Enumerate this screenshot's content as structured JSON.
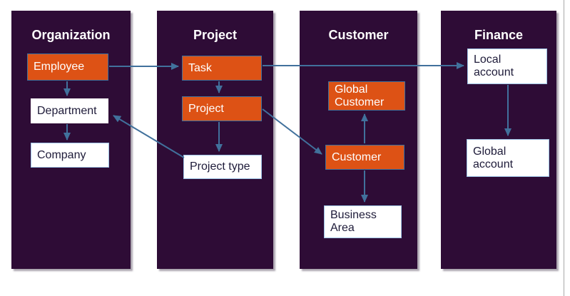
{
  "colors": {
    "panel_background": "#2E0C36",
    "node_orange": "#DD5215",
    "node_border_steel": "#41719C",
    "node_border_light": "#9DC3E6",
    "arrow": "#41719C",
    "node_dark_text": "#1E1B39",
    "heading_text": "#FFFFFF",
    "right_edge_line": "#A8A8A8"
  },
  "columns": [
    {
      "title": "Organization",
      "nodes": [
        {
          "label": "Employee",
          "style": "orange"
        },
        {
          "label": "Department",
          "style": "white-plain"
        },
        {
          "label": "Company",
          "style": "white"
        }
      ]
    },
    {
      "title": "Project",
      "nodes": [
        {
          "label": "Task",
          "style": "orange"
        },
        {
          "label": "Project",
          "style": "orange"
        },
        {
          "label": "Project type",
          "style": "white"
        }
      ]
    },
    {
      "title": "Customer",
      "nodes": [
        {
          "label": "Global\nCustomer",
          "style": "orange"
        },
        {
          "label": "Customer",
          "style": "orange"
        },
        {
          "label": "Business\nArea",
          "style": "white"
        }
      ]
    },
    {
      "title": "Finance",
      "nodes": [
        {
          "label": "Local\naccount",
          "style": "white"
        },
        {
          "label": "Global\naccount",
          "style": "white"
        }
      ]
    }
  ],
  "edges": [
    {
      "from": "Employee",
      "to": "Department"
    },
    {
      "from": "Department",
      "to": "Company"
    },
    {
      "from": "Employee",
      "to": "Task"
    },
    {
      "from": "Task",
      "to": "Local account"
    },
    {
      "from": "Task",
      "to": "Project"
    },
    {
      "from": "Project",
      "to": "Project type"
    },
    {
      "from": "Project",
      "to": "Customer"
    },
    {
      "from": "Project type",
      "to": "Department"
    },
    {
      "from": "Customer",
      "to": "Global Customer"
    },
    {
      "from": "Customer",
      "to": "Business Area"
    },
    {
      "from": "Local account",
      "to": "Global account"
    }
  ]
}
